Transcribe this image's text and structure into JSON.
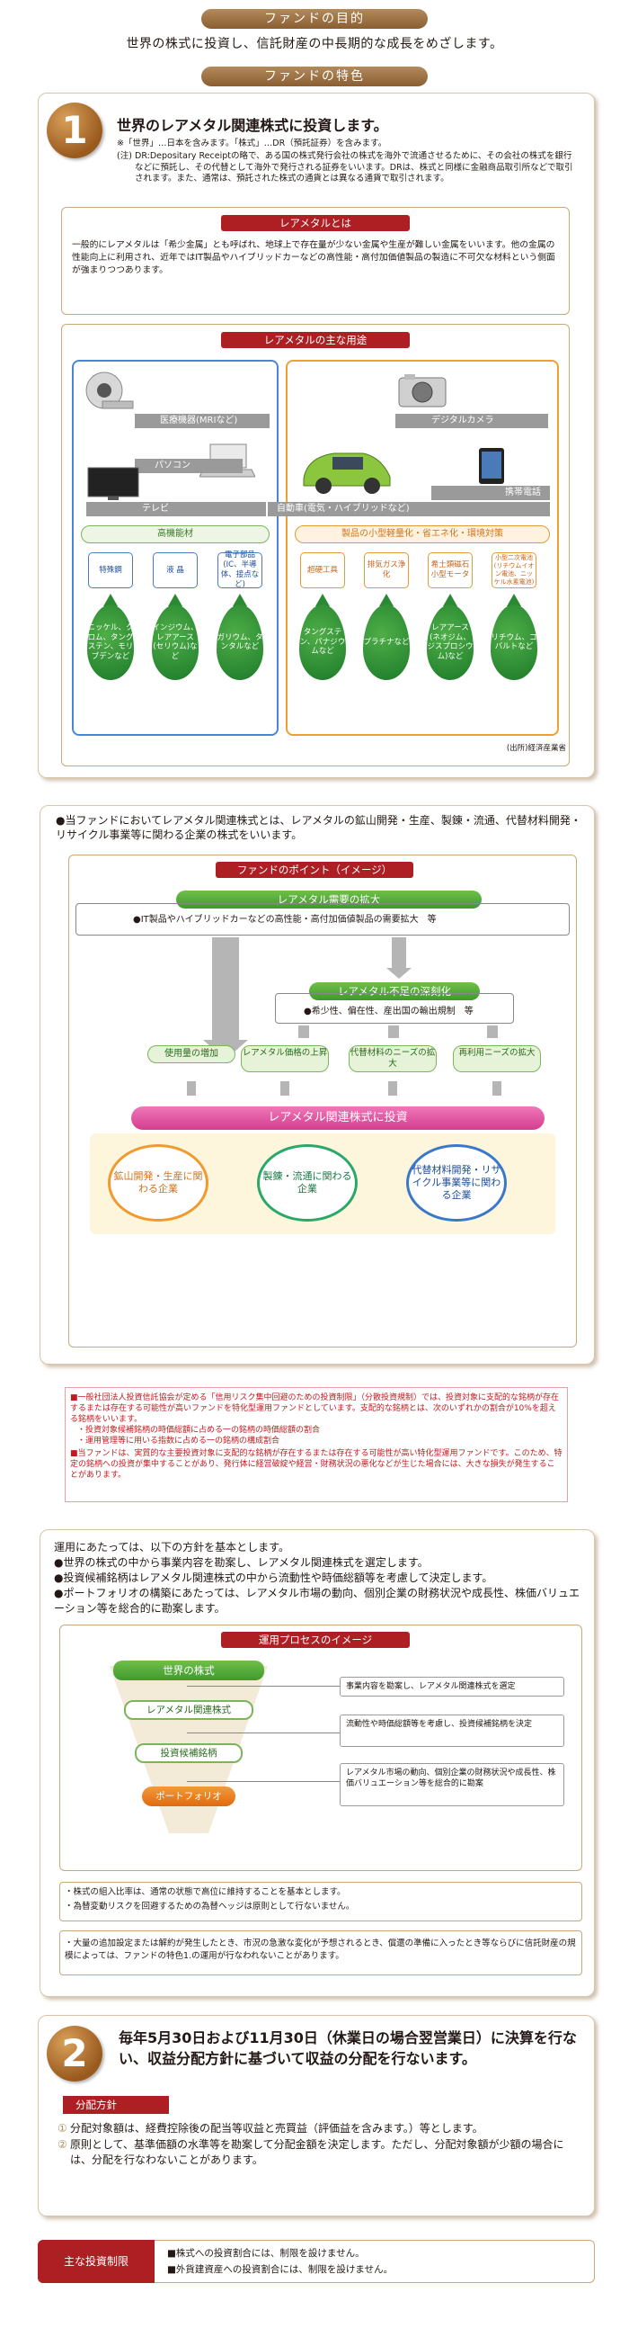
{
  "headers": {
    "objective": "ファンドの目的",
    "features": "ファンドの特色"
  },
  "objective_text": "世界の株式に投資し、信託財産の中長期的な成長をめざします。",
  "feature1": {
    "number": "1",
    "title": "世界のレアメタル関連株式に投資します。",
    "note1": "※「世界」…日本を含みます。「株式」…DR（預託証券）を含みます。",
    "note2_label": "(注)",
    "note2": "DR:Depositary Receiptの略で、ある国の株式発行会社の株式を海外で流通させるために、その会社の株式を銀行などに預託し、その代替として海外で発行される証券をいいます。DRは、株式と同様に金融商品取引所などで取引されます。また、通常は、預託された株式の通貨とは異なる通貨で取引されます。",
    "rare_metal_about": {
      "heading": "レアメタルとは",
      "text": "一般的にレアメタルは「希少金属」とも呼ばれ、地球上で存在量が少ない金属や生産が難しい金属をいいます。他の金属の性能向上に利用され、近年ではIT製品やハイブリッドカーなどの高性能・高付加価値製品の製造に不可欠な材料という側面が強まりつつあります。"
    },
    "uses": {
      "heading": "レアメタルの主な用途",
      "labels": {
        "mri": "医療機器(MRIなど)",
        "pc": "パソコン",
        "tv": "テレビ",
        "camera": "デジタルカメラ",
        "phone": "携帯電話",
        "car": "自動車(電気・ハイブリッドなど)"
      },
      "left_heading": "高機能材",
      "right_heading": "製品の小型軽量化・省エネ化・環境対策",
      "left_boxes": [
        "特殊鋼",
        "液 晶",
        "電子部品(IC、半導体、接点など)"
      ],
      "right_boxes": [
        "超硬工具",
        "排気ガス浄化",
        "希土類磁石小型モータ",
        "小型二次電池(リチウムイオン電池、ニッケル水素電池)"
      ],
      "left_drops": [
        "ニッケル、クロム、タングステン、モリブデンなど",
        "インジウム、レアアース(セリウム)など",
        "ガリウム、タンタルなど"
      ],
      "right_drops": [
        "タングステン、バナジウムなど",
        "プラチナなど",
        "レアアース(ネオジム、ジスプロシウム)など",
        "リチウム、コバルトなど"
      ],
      "source": "(出所)経済産業省"
    }
  },
  "section2": {
    "intro": "●当ファンドにおいてレアメタル関連株式とは、レアメタルの鉱山開発・生産、製錬・流通、代替材料開発・リサイクル事業等に関わる企業の株式をいいます。",
    "points_heading": "ファンドのポイント（イメージ）",
    "demand_title": "レアメタル需要の拡大",
    "demand_text": "●IT製品やハイブリッドカーなどの高性能・高付加価値製品の需要拡大　等",
    "shortage_title": "レアメタル不足の深刻化",
    "shortage_text": "●希少性、偏在性、産出国の輸出規制　等",
    "pills": [
      "使用量の増加",
      "レアメタル価格の上昇",
      "代替材料のニーズの拡大",
      "再利用ニーズの拡大"
    ],
    "invest": "レアメタル関連株式に投資",
    "circles": [
      "鉱山開発・生産に関わる企業",
      "製錬・流通に関わる企業",
      "代替材料開発・リサイクル事業等に関わる企業"
    ]
  },
  "risk_note": {
    "line1": "■一般社団法人投資信託協会が定める「信用リスク集中回避のための投資制限」（分散投資規制）では、投資対象に支配的な銘柄が存在するまたは存在する可能性が高いファンドを特化型運用ファンドとしています。支配的な銘柄とは、次のいずれかの割合が10%を超える銘柄をいいます。",
    "item1": "・投資対象候補銘柄の時価総額に占める一の銘柄の時価総額の割合",
    "item2": "・運用管理等に用いる指数に占める一の銘柄の構成割合",
    "line2": "■当ファンドは、実質的な主要投資対象に支配的な銘柄が存在するまたは存在する可能性が高い特化型運用ファンドです。このため、特定の銘柄への投資が集中することがあり、発行体に経営破綻や経営・財務状況の悪化などが生じた場合には、大きな損失が発生することがあります。"
  },
  "section3": {
    "intro": "運用にあたっては、以下の方針を基本とします。",
    "b1": "●世界の株式の中から事業内容を勘案し、レアメタル関連株式を選定します。",
    "b2": "●投資候補銘柄はレアメタル関連株式の中から流動性や時価総額等を考慮して決定します。",
    "b3": "●ポートフォリオの構築にあたっては、レアメタル市場の動向、個別企業の財務状況や成長性、株価バリュエーション等を総合的に勘案します。",
    "process_heading": "運用プロセスのイメージ",
    "steps": [
      "世界の株式",
      "レアメタル関連株式",
      "投資候補銘柄",
      "ポートフォリオ"
    ],
    "descs": [
      "事業内容を勘案し、レアメタル関連株式を選定",
      "流動性や時価総額等を考慮し、投資候補銘柄を決定",
      "レアメタル市場の動向、個別企業の財務状況や成長性、株価バリュエーション等を総合的に勘案"
    ],
    "note1a": "・株式の組入比率は、通常の状態で高位に維持することを基本とします。",
    "note1b": "・為替変動リスクを回避するための為替ヘッジは原則として行ないません。",
    "note2": "・大量の追加設定または解約が発生したとき、市況の急激な変化が予想されるとき、償還の準備に入ったとき等ならびに信託財産の規模によっては、ファンドの特色1.の運用が行なわれないことがあります。"
  },
  "feature2": {
    "number": "2",
    "title": "毎年5月30日および11月30日（休業日の場合翌営業日）に決算を行ない、収益分配方針に基づいて収益の分配を行ないます。",
    "policy_label": "分配方針",
    "p1": "分配対象額は、経費控除後の配当等収益と売買益（評価益を含みます。）等とします。",
    "p2": "原則として、基準価額の水準等を勘案して分配金額を決定します。ただし、分配対象額が少額の場合には、分配を行なわないことがあります。",
    "p1_mark": "①",
    "p2_mark": "②"
  },
  "limits": {
    "label": "主な投資制限",
    "l1": "■株式への投資割合には、制限を設けません。",
    "l2": "■外貨建資産への投資割合には、制限を設けません。"
  }
}
